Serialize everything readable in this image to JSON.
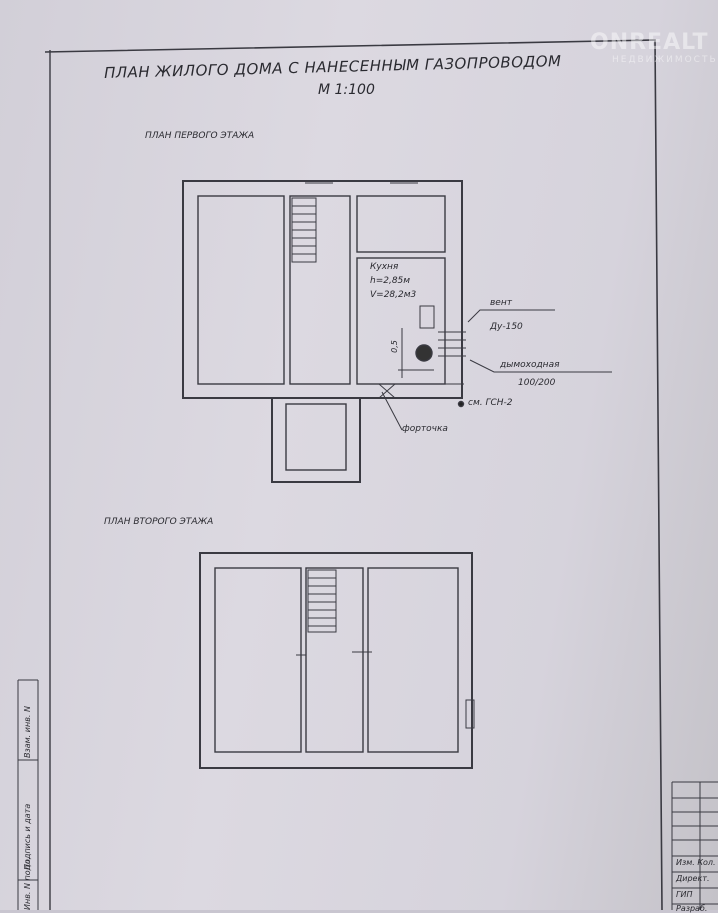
{
  "title": "ПЛАН ЖИЛОГО ДОМА С НАНЕСЕННЫМ ГАЗОПРОВОДОМ",
  "scale": "М 1:100",
  "watermark": {
    "brand": "ONREALT",
    "sub": "НЕДВИЖИМОСТЬ"
  },
  "floor1": {
    "heading": "ПЛАН ПЕРВОГО ЭТАЖА",
    "kitchen": {
      "name": "Кухня",
      "height": "h=2,85м",
      "volume": "V=28,2м3"
    },
    "dimension": "0,5",
    "labels": {
      "vent": "вент",
      "vent_size": "Ду-150",
      "chimney": "дымоходная",
      "chimney_size": "100/200",
      "ref": "см. ГСН-2",
      "window": "форточка"
    }
  },
  "floor2": {
    "heading": "ПЛАН ВТОРОГО ЭТАЖА"
  },
  "side_stamp": [
    "Взам. инв. N",
    "Подпись и дата",
    "Инв. N подл."
  ],
  "title_block": [
    "Изм. Кол.",
    "Директ.",
    "ГИП",
    "Разраб."
  ]
}
